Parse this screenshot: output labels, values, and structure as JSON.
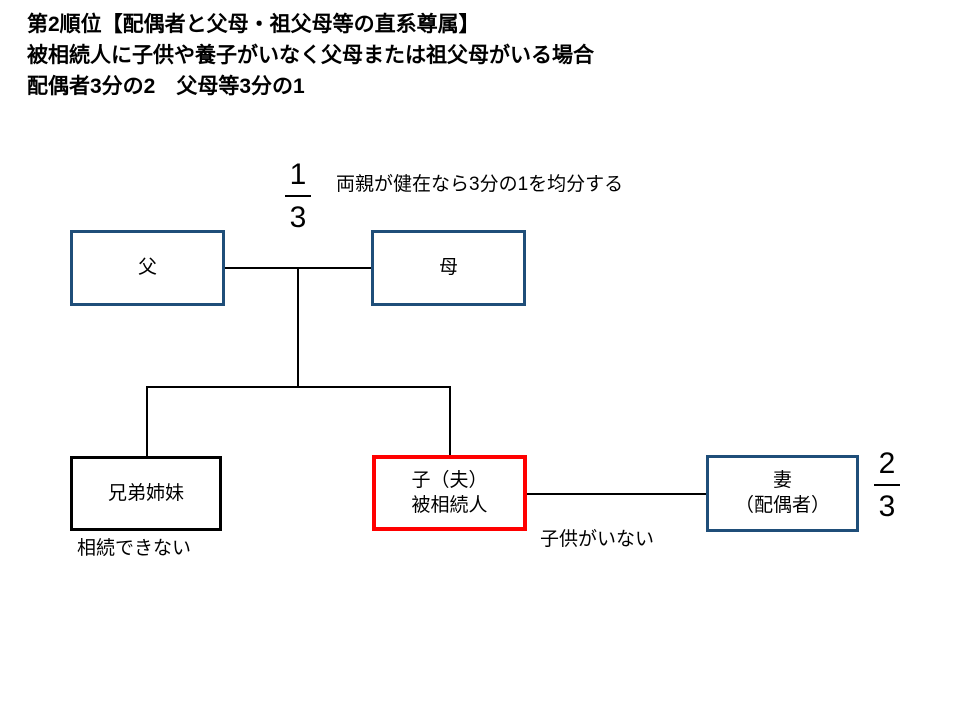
{
  "title": {
    "line1": "第2順位【配偶者と父母・祖父母等の直系尊属】",
    "line2": "被相続人に子供や養子がいなく父母または祖父母がいる場合",
    "line3": "配偶者3分の2　父母等3分の1"
  },
  "diagram": {
    "type": "family-inheritance-tree",
    "nodes": {
      "father": {
        "label": "父",
        "border_color": "#1F4E79"
      },
      "mother": {
        "label": "母",
        "border_color": "#1F4E79"
      },
      "siblings": {
        "label": "兄弟姉妹",
        "border_color": "#000000"
      },
      "child": {
        "label_line1": "子（夫）",
        "label_line2": "被相続人",
        "border_color": "#FF0000"
      },
      "wife": {
        "label_line1": "妻",
        "label_line2": "（配偶者）",
        "border_color": "#1F4E79"
      }
    },
    "fractions": {
      "parents": {
        "numerator": "1",
        "denominator": "3"
      },
      "wife": {
        "numerator": "2",
        "denominator": "3"
      }
    },
    "annotations": {
      "parents_note": "両親が健在なら3分の1を均分する",
      "siblings_note": "相続できない",
      "child_note": "子供がいない"
    }
  },
  "colors": {
    "accent_blue": "#1F4E79",
    "accent_red": "#FF0000",
    "line": "#000000",
    "background": "#FFFFFF"
  }
}
